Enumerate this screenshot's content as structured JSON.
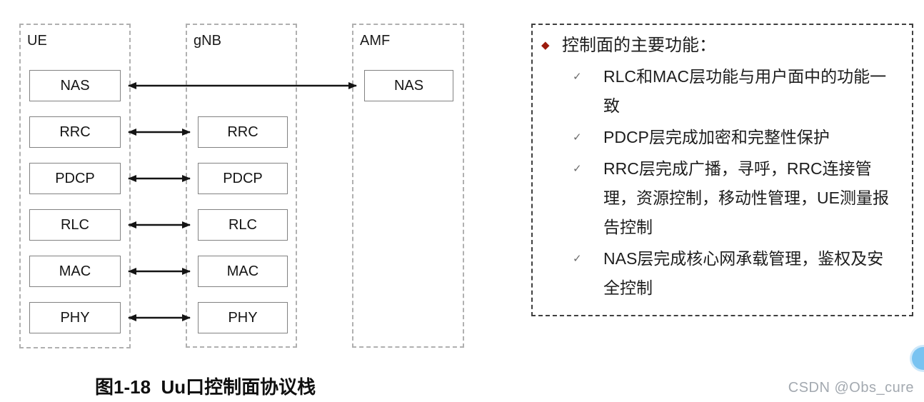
{
  "figure": {
    "caption": "图1-18  Uu口控制面协议栈"
  },
  "diagram": {
    "ue": {
      "label": "UE",
      "layers": [
        "NAS",
        "RRC",
        "PDCP",
        "RLC",
        "MAC",
        "PHY"
      ]
    },
    "gnb": {
      "label": "gNB",
      "layers": [
        "RRC",
        "PDCP",
        "RLC",
        "MAC",
        "PHY"
      ]
    },
    "amf": {
      "label": "AMF",
      "layers": [
        "NAS"
      ]
    },
    "connections": [
      "UE.NAS-AMF.NAS",
      "UE.RRC-gNB.RRC",
      "UE.PDCP-gNB.PDCP",
      "UE.RLC-gNB.RLC",
      "UE.MAC-gNB.MAC",
      "UE.PHY-gNB.PHY"
    ]
  },
  "panel": {
    "bullet_icon": "◆",
    "check_icon": "✓",
    "heading": "控制面的主要功能：",
    "bullets": [
      "RLC和MAC层功能与用户面中的功能一致",
      "PDCP层完成加密和完整性保护",
      "RRC层完成广播，寻呼，RRC连接管理，资源控制，移动性管理，UE测量报告控制",
      "NAS层完成核心网承载管理，鉴权及安全控制"
    ]
  },
  "watermark": {
    "text": "CSDN @Obs_cure"
  },
  "colors": {
    "diamond_bullet": "#9c1a0c",
    "checkmark": "#6b6b6b",
    "panel_border": "#3f3f3f",
    "column_dashed_border": "#b0b0b0",
    "layer_box_border": "#828282",
    "arrow": "#141414",
    "watermark_text": "#a3a9b0",
    "floating_badge": "#79c3f1"
  }
}
